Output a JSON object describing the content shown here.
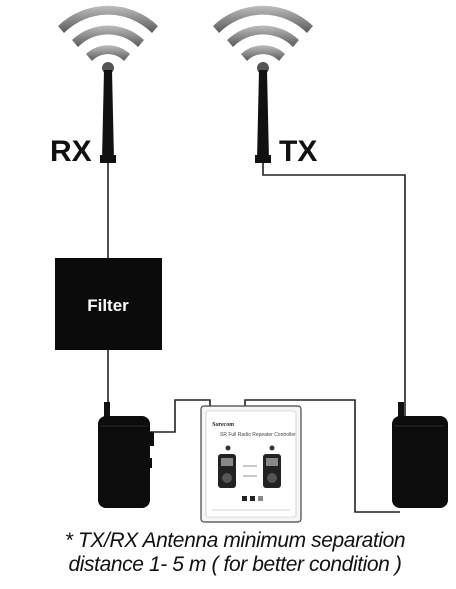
{
  "antennas": {
    "rx_label": "RX",
    "tx_label": "TX",
    "icons": [
      "wifi-signal-icon",
      "wifi-signal-icon"
    ]
  },
  "filter": {
    "label": "Filter"
  },
  "controller": {
    "brand": "Surecom",
    "subtitle": "SR Full Radio Repeater Controller",
    "icon": "repeater-controller-icon"
  },
  "note": {
    "line1": "* TX/RX Antenna minimum separation",
    "line2": "distance 1- 5 m ( for better condition )"
  },
  "colors": {
    "signal_wave": "#9a9a9a",
    "signal_wave_dark": "#555555",
    "cable": "#222222",
    "filter_box": "#0b0b0b"
  }
}
